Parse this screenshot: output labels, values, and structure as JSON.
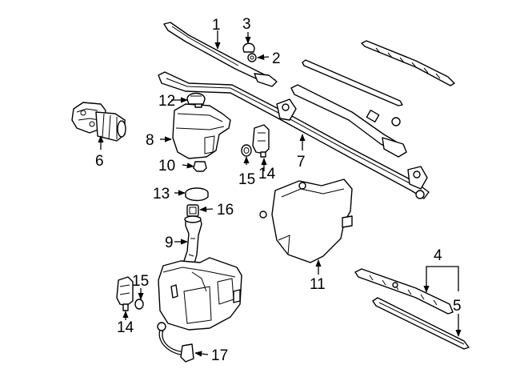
{
  "callouts": {
    "c1": "1",
    "c2": "2",
    "c3": "3",
    "c4": "4",
    "c5": "5",
    "c6": "6",
    "c7": "7",
    "c8": "8",
    "c9": "9",
    "c10": "10",
    "c11": "11",
    "c12": "12",
    "c13": "13",
    "c14a": "14",
    "c14b": "14",
    "c15a": "15",
    "c15b": "15",
    "c16": "16",
    "c17": "17"
  }
}
